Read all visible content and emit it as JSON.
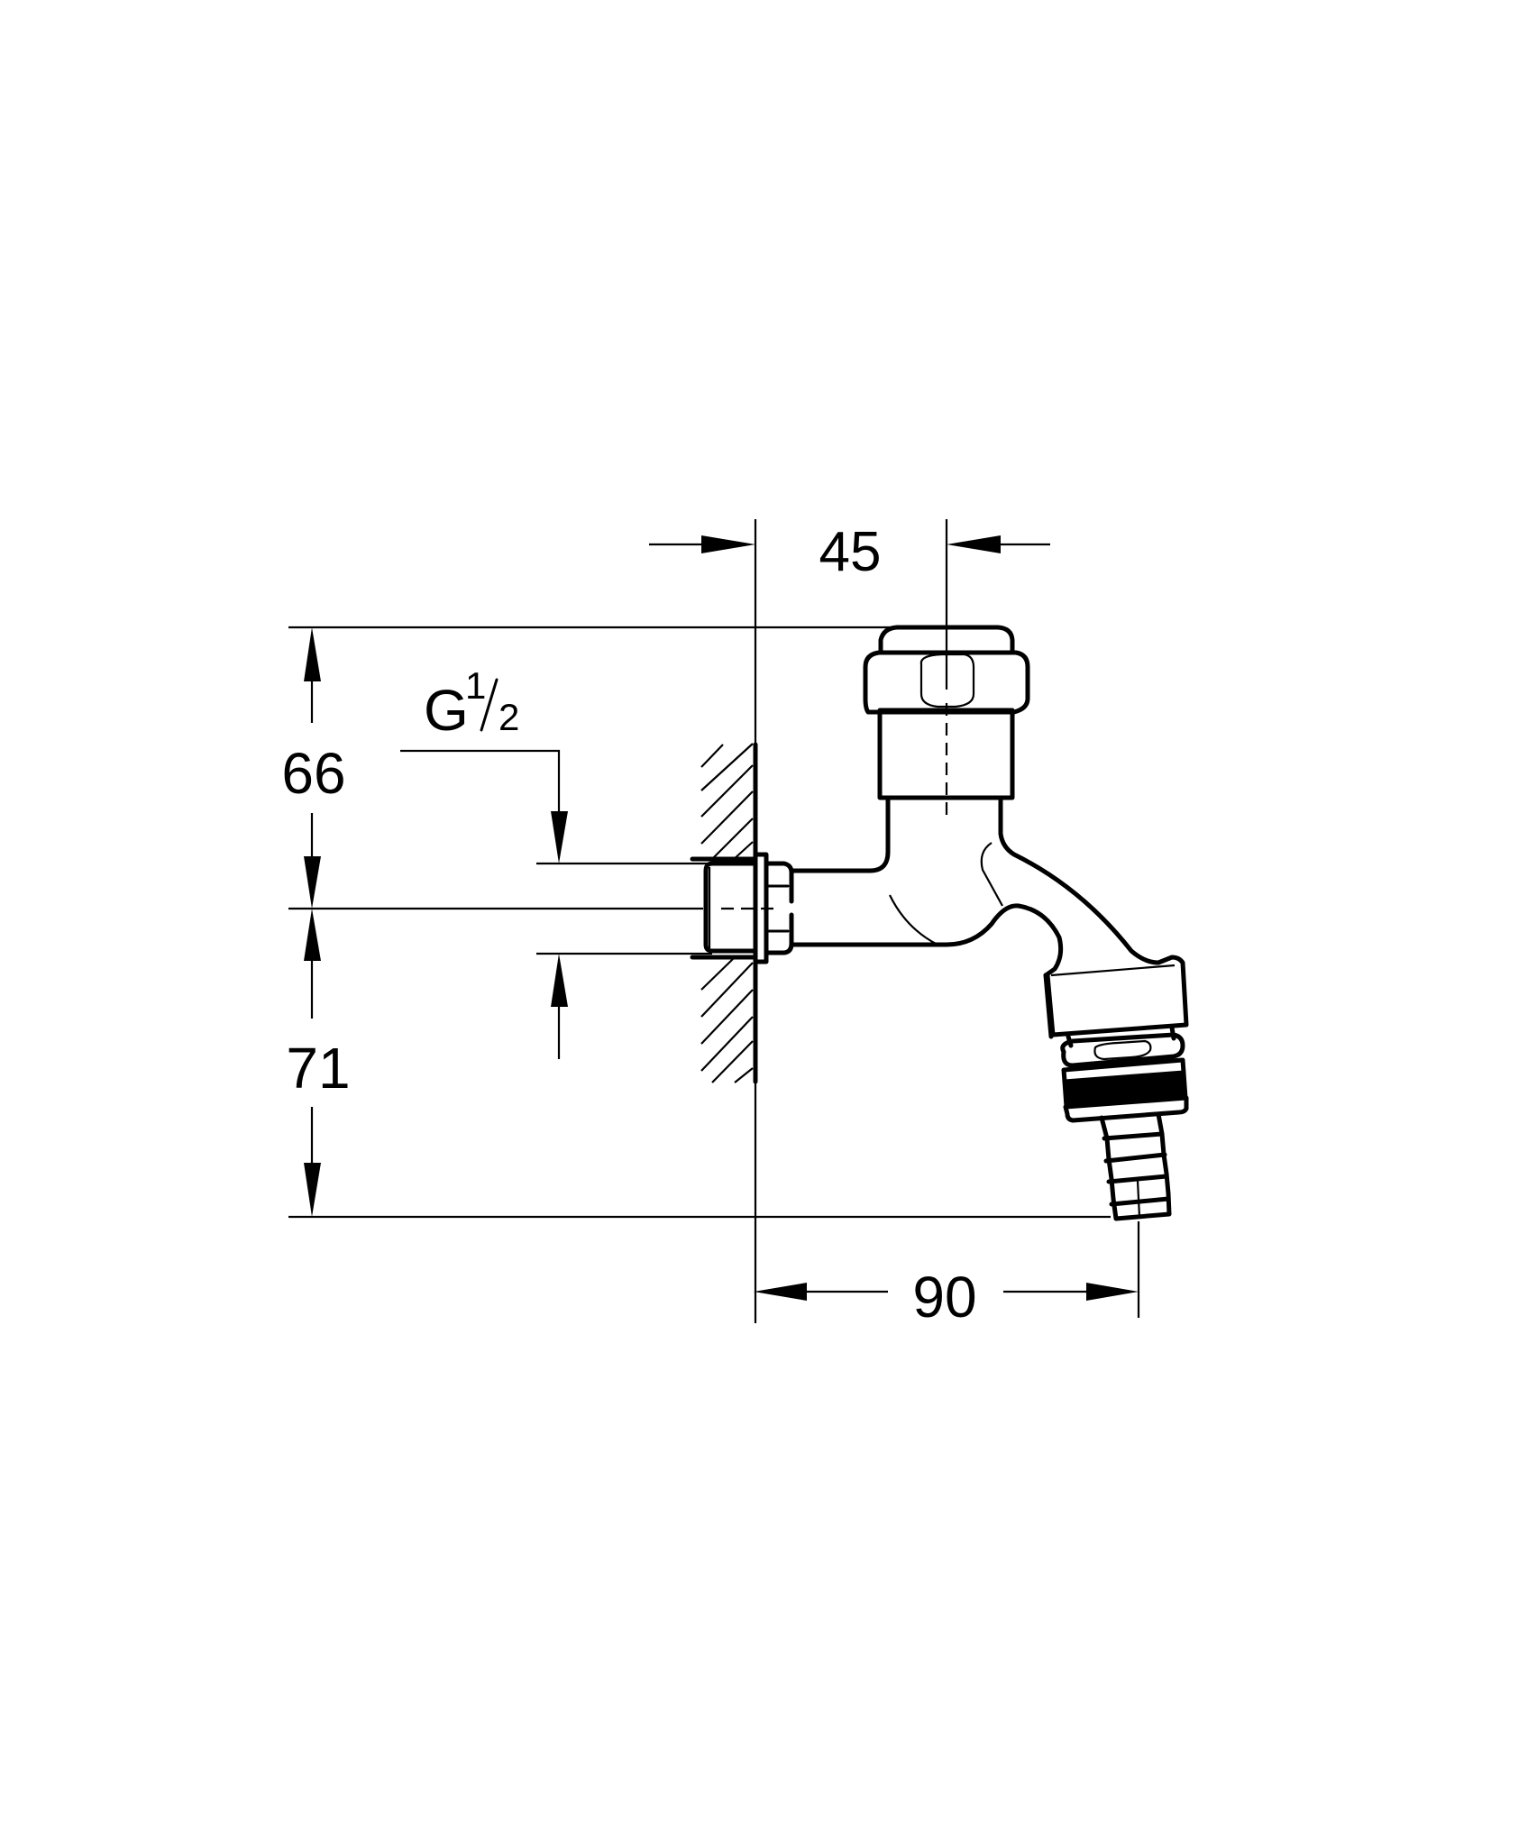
{
  "drawing": {
    "subject": "wall-mounted tap with hose connector",
    "units": "mm",
    "colors": {
      "line": "#000000",
      "background": "#ffffff"
    }
  },
  "dimensions": {
    "spindle_offset": {
      "value": "45"
    },
    "height_above_axis": {
      "value": "66"
    },
    "height_below_axis": {
      "value": "71"
    },
    "projection": {
      "value": "90"
    },
    "thread": {
      "prefix": "G",
      "numerator": "1",
      "denominator": "2"
    }
  }
}
